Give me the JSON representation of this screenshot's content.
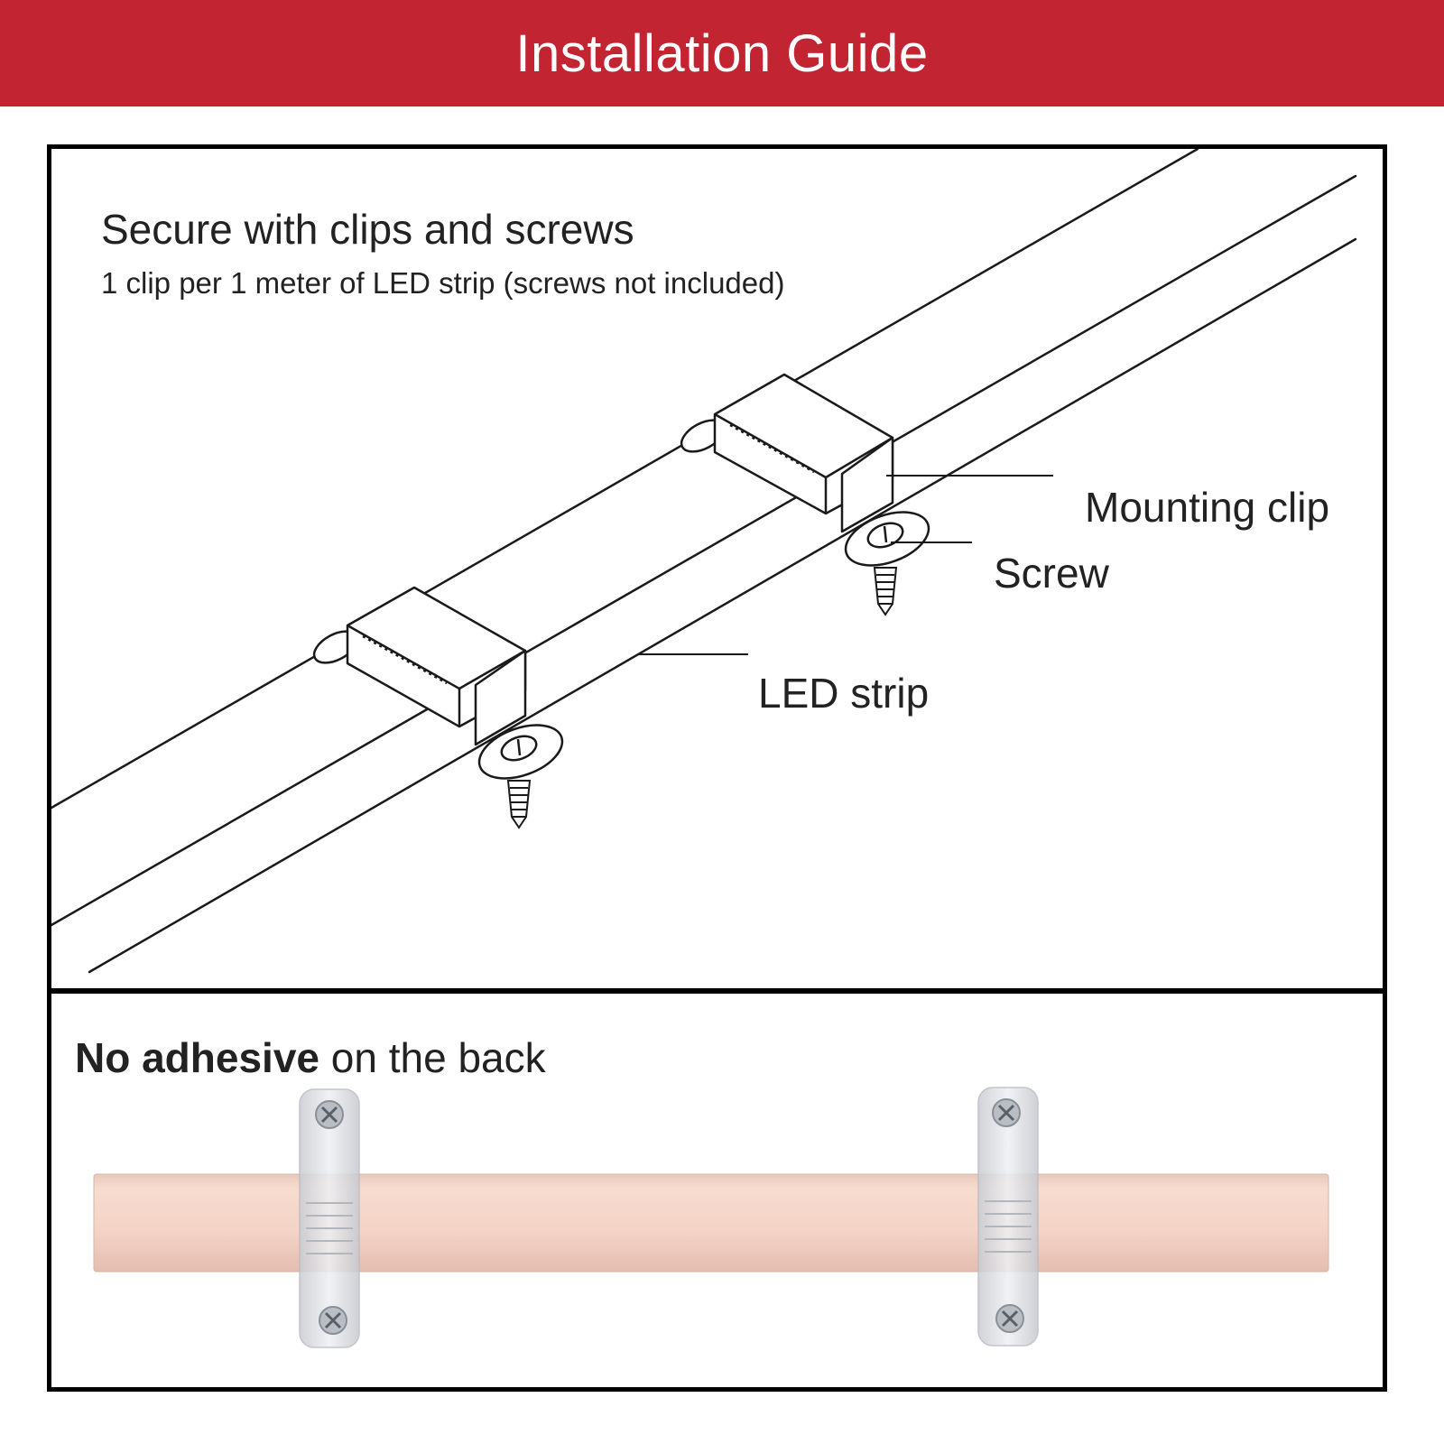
{
  "header": {
    "title": "Installation Guide",
    "background_color": "#c32432",
    "text_color": "#ffffff"
  },
  "top_panel": {
    "heading": "Secure with clips and screws",
    "subheading": "1 clip per 1 meter of LED strip (screws not included)",
    "callouts": {
      "mounting_clip": "Mounting clip",
      "screw": "Screw",
      "led_strip": "LED strip"
    }
  },
  "bottom_panel": {
    "heading_bold": "No adhesive",
    "heading_rest": " on the back",
    "strip_color": "#f3d3c6",
    "clip_color": "#dcdfe4"
  },
  "icons": [
    "mounting-clip-icon",
    "screw-icon",
    "led-strip-icon",
    "phillips-screw-icon"
  ]
}
